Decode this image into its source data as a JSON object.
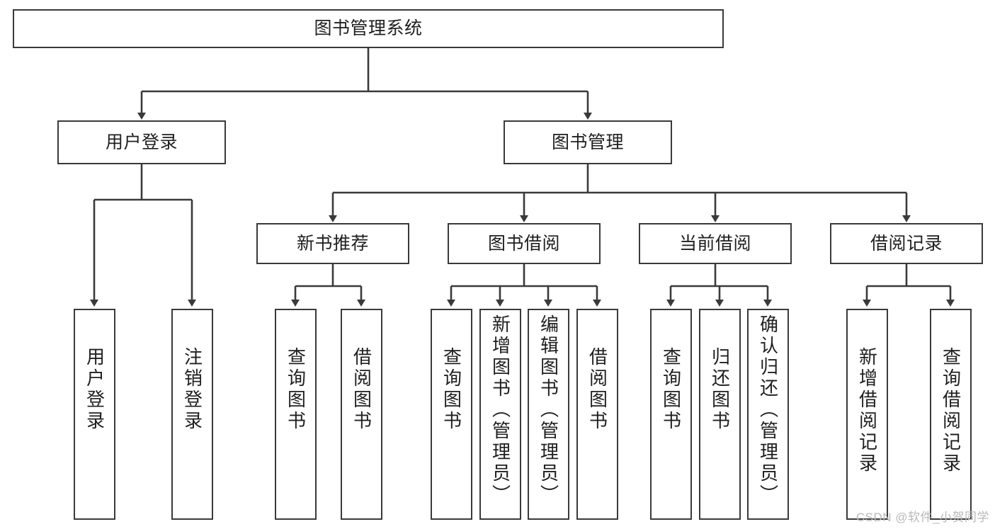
{
  "diagram": {
    "title": "图书管理系统",
    "type": "tree-hierarchy-chart",
    "watermark": "CSDN @软件_小贺同学",
    "colors": {
      "stroke": "#3a3a3a",
      "fill": "#ffffff",
      "text": "#1f1f1f",
      "watermark": "#b9b9b9"
    },
    "nodes": {
      "root": {
        "label": "图书管理系统"
      },
      "level2": [
        {
          "id": "user-login",
          "label": "用户登录"
        },
        {
          "id": "book-manage",
          "label": "图书管理"
        }
      ],
      "level3": [
        {
          "id": "new-book-rec",
          "label": "新书推荐"
        },
        {
          "id": "book-borrow",
          "label": "图书借阅"
        },
        {
          "id": "current-borrow",
          "label": "当前借阅"
        },
        {
          "id": "borrow-record",
          "label": "借阅记录"
        }
      ],
      "leaves": [
        {
          "id": "leaf-user-login",
          "label": "用户登录"
        },
        {
          "id": "leaf-logout-login",
          "label": "注销登录"
        },
        {
          "id": "leaf-query-book-1",
          "label": "查询图书"
        },
        {
          "id": "leaf-borrow-book-1",
          "label": "借阅图书"
        },
        {
          "id": "leaf-query-book-2",
          "label": "查询图书"
        },
        {
          "id": "leaf-add-book",
          "label": "新增图书（管理员）"
        },
        {
          "id": "leaf-edit-book",
          "label": "编辑图书（管理员）"
        },
        {
          "id": "leaf-borrow-book-2",
          "label": "借阅图书"
        },
        {
          "id": "leaf-query-book-3",
          "label": "查询图书"
        },
        {
          "id": "leaf-return-book",
          "label": "归还图书"
        },
        {
          "id": "leaf-confirm-return",
          "label": "确认归还（管理员）"
        },
        {
          "id": "leaf-add-record",
          "label": "新增借阅记录"
        },
        {
          "id": "leaf-query-record",
          "label": "查询借阅记录"
        }
      ]
    }
  }
}
